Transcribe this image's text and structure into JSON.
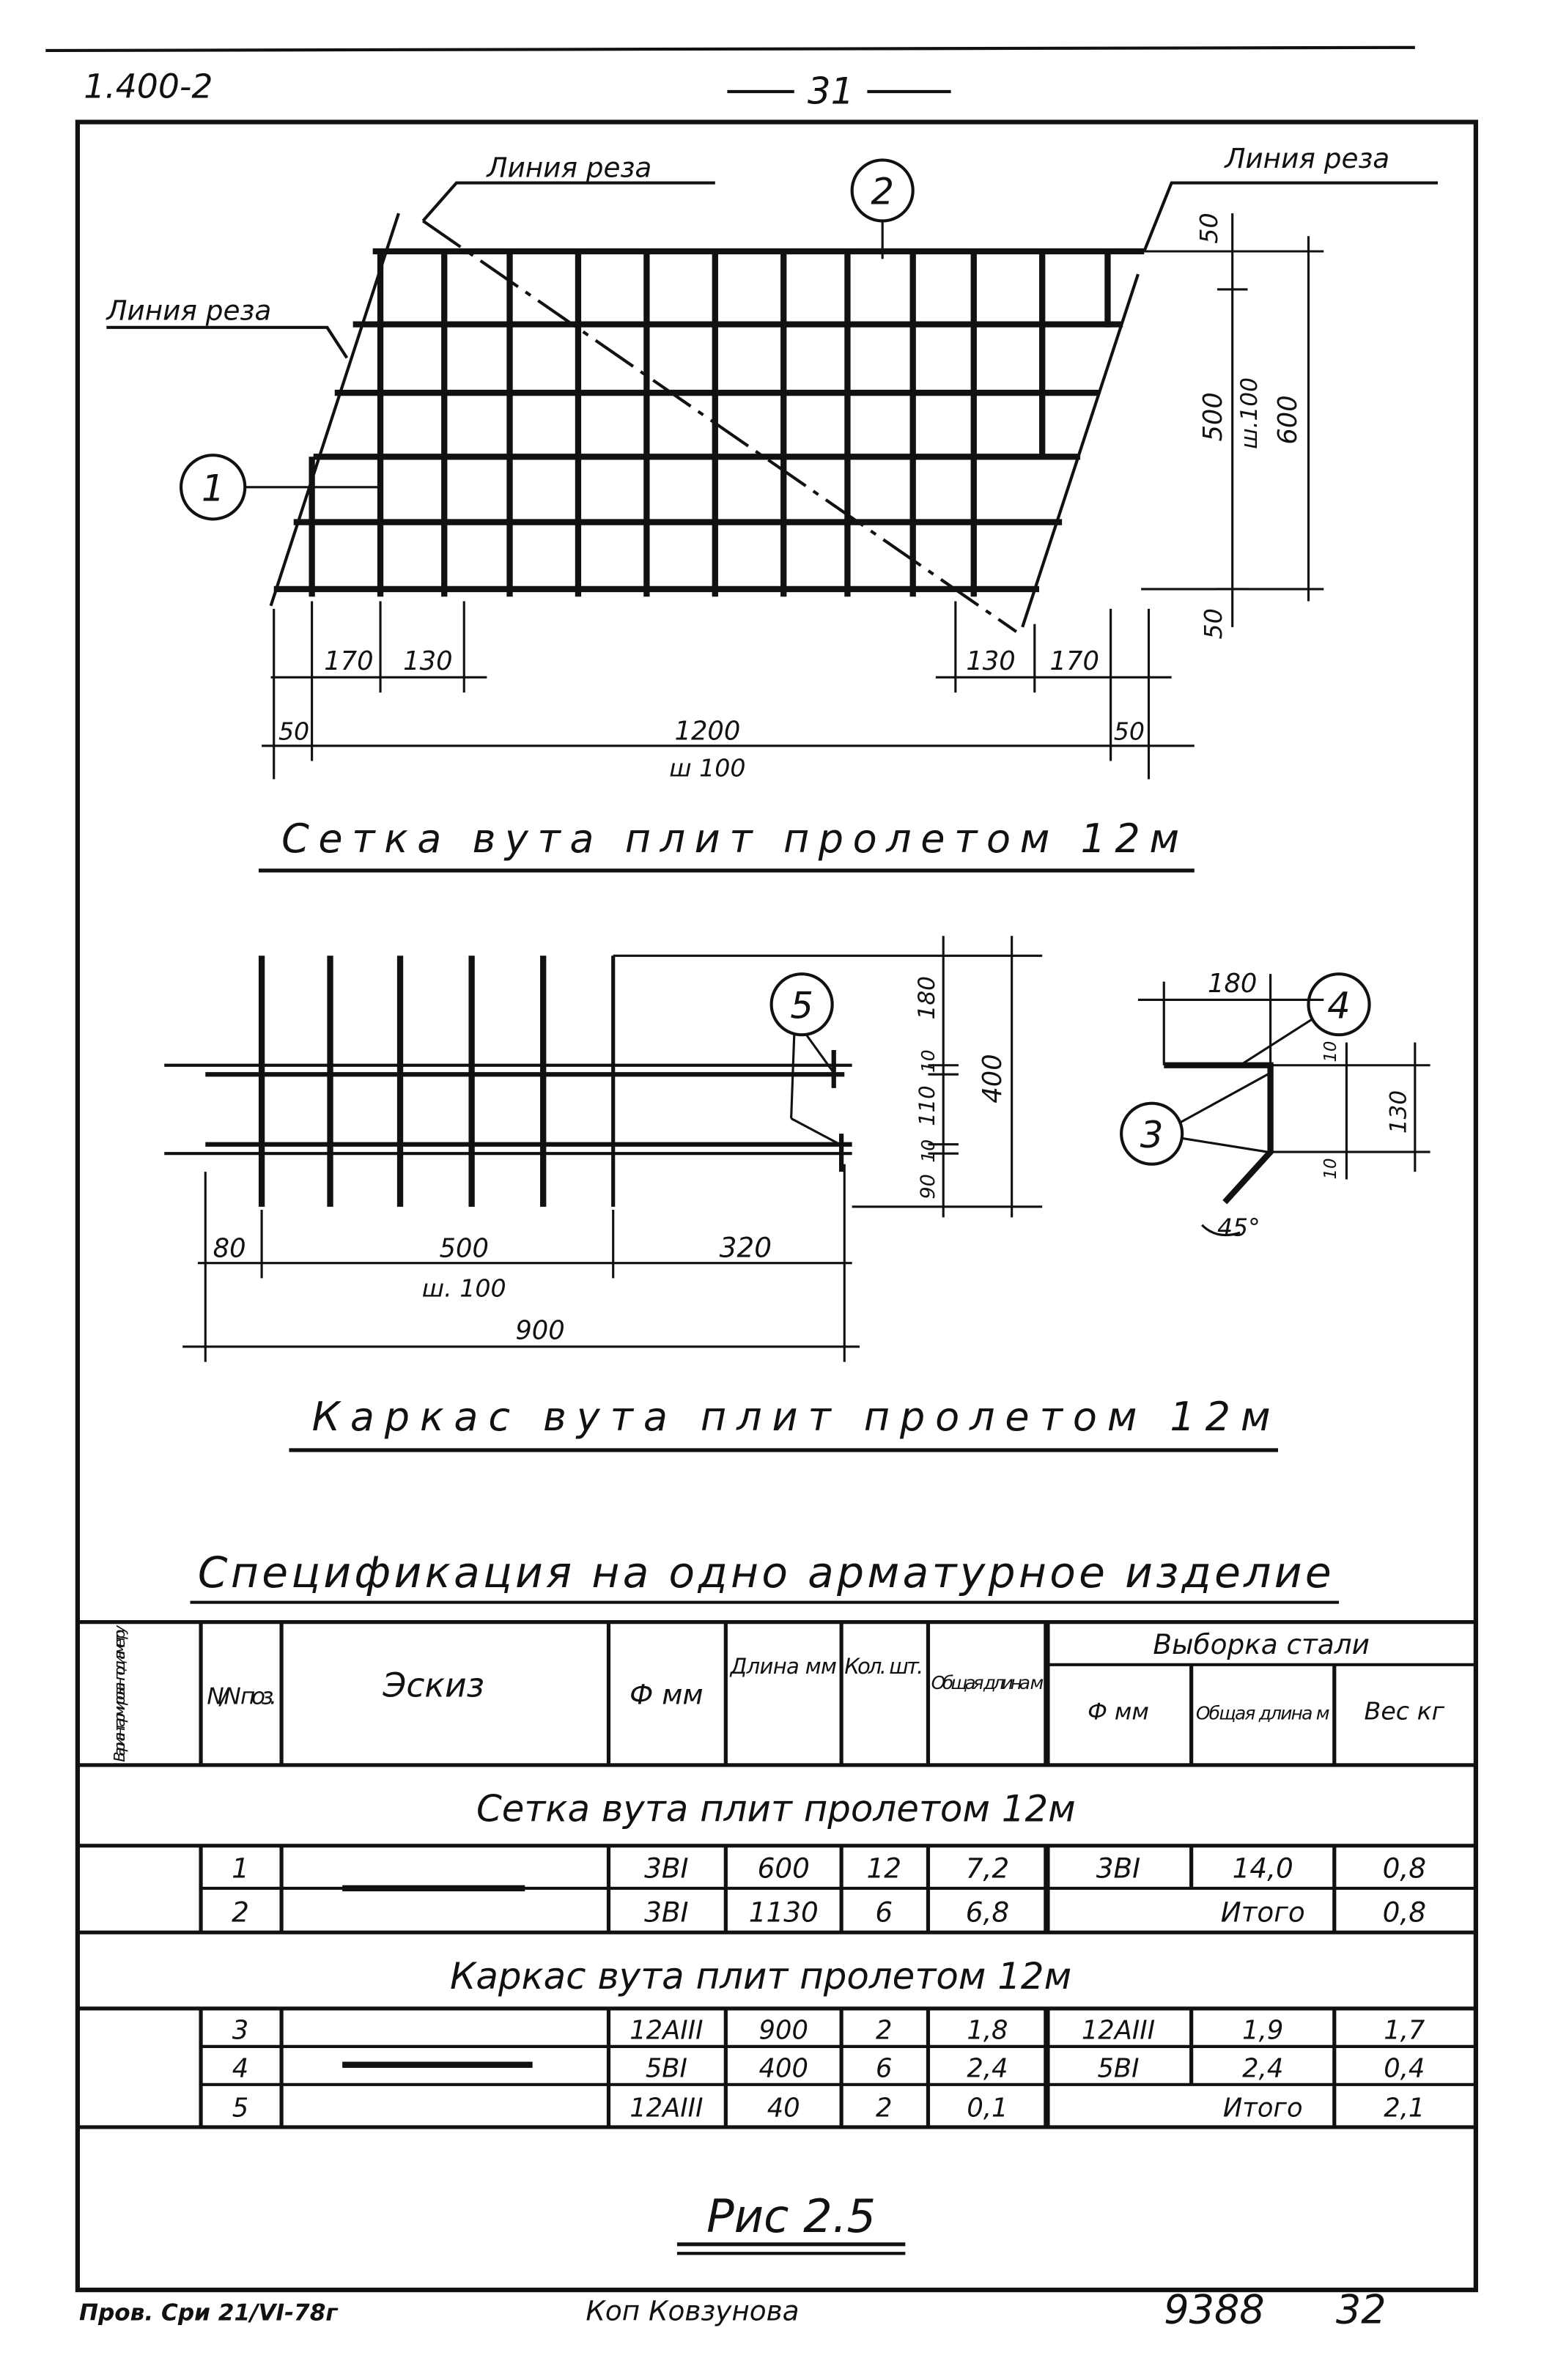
{
  "header": {
    "doc_code": "1.400-2",
    "page_number": "31"
  },
  "mesh_drawing": {
    "cut_line_label": "Линия реза",
    "callout_1": "1",
    "callout_2": "2",
    "dim_50_top": "50",
    "dim_500": "500",
    "dim_step_v": "ш.100",
    "dim_600": "600",
    "dim_50_bottom": "50",
    "dim_170_left": "170",
    "dim_130_left": "130",
    "dim_130_right": "130",
    "dim_170_right": "170",
    "dim_50_left": "50",
    "dim_1200": "1200",
    "dim_step_h": "ш 100",
    "dim_50_right": "50",
    "title": "Сетка вута плит пролетом 12м"
  },
  "frame_drawing": {
    "callout_5": "5",
    "dim_180": "180",
    "dim_10a": "10",
    "dim_110": "110",
    "dim_10b": "10",
    "dim_90": "90",
    "dim_400": "400",
    "dim_80": "80",
    "dim_500": "500",
    "dim_step": "ш. 100",
    "dim_320": "320",
    "dim_900": "900",
    "title": "Каркас вута плит пролетом 12м"
  },
  "detail_drawing": {
    "callout_3": "3",
    "callout_4": "4",
    "dim_180": "180",
    "dim_10a": "10",
    "dim_130": "130",
    "dim_10b": "10",
    "angle": "45°"
  },
  "spec": {
    "title": "Спецификация на одно арматурное изделие",
    "headers": {
      "variant": "Вариант армирован. по диаметру",
      "pos": "N/N поз.",
      "sketch": "Эскиз",
      "dia": "Ф мм",
      "length": "Длина мм",
      "qty": "Кол. шт.",
      "total_length": "Общая длина м",
      "steel_selection": "Выборка стали",
      "sel_dia": "Ф мм",
      "sel_total_length": "Общая длина м",
      "sel_weight": "Вес кг"
    },
    "sections": [
      {
        "title": "Сетка вута плит пролетом 12м",
        "rows": [
          {
            "pos": "1",
            "dia": "3BI",
            "length": "600",
            "qty": "12",
            "total": "7,2",
            "sel_dia": "3BI",
            "sel_total": "14,0",
            "weight": "0,8"
          },
          {
            "pos": "2",
            "dia": "3BI",
            "length": "1130",
            "qty": "6",
            "total": "6,8",
            "sel_dia": "",
            "sel_total": "Итого",
            "weight": "0,8"
          }
        ]
      },
      {
        "title": "Каркас вута плит пролетом 12м",
        "rows": [
          {
            "pos": "3",
            "dia": "12AIII",
            "length": "900",
            "qty": "2",
            "total": "1,8",
            "sel_dia": "12AIII",
            "sel_total": "1,9",
            "weight": "1,7"
          },
          {
            "pos": "4",
            "dia": "5BI",
            "length": "400",
            "qty": "6",
            "total": "2,4",
            "sel_dia": "5BI",
            "sel_total": "2,4",
            "weight": "0,4"
          },
          {
            "pos": "5",
            "dia": "12AIII",
            "length": "40",
            "qty": "2",
            "total": "0,1",
            "sel_dia": "",
            "sel_total": "Итого",
            "weight": "2,1"
          }
        ]
      }
    ]
  },
  "figure_caption": "Рис 2.5",
  "footer": {
    "checked_note": "Пров. Сри 21/VI-78г",
    "copy_note": "Коп Ковзунова",
    "order_number": "9388",
    "sheet_number": "32"
  }
}
